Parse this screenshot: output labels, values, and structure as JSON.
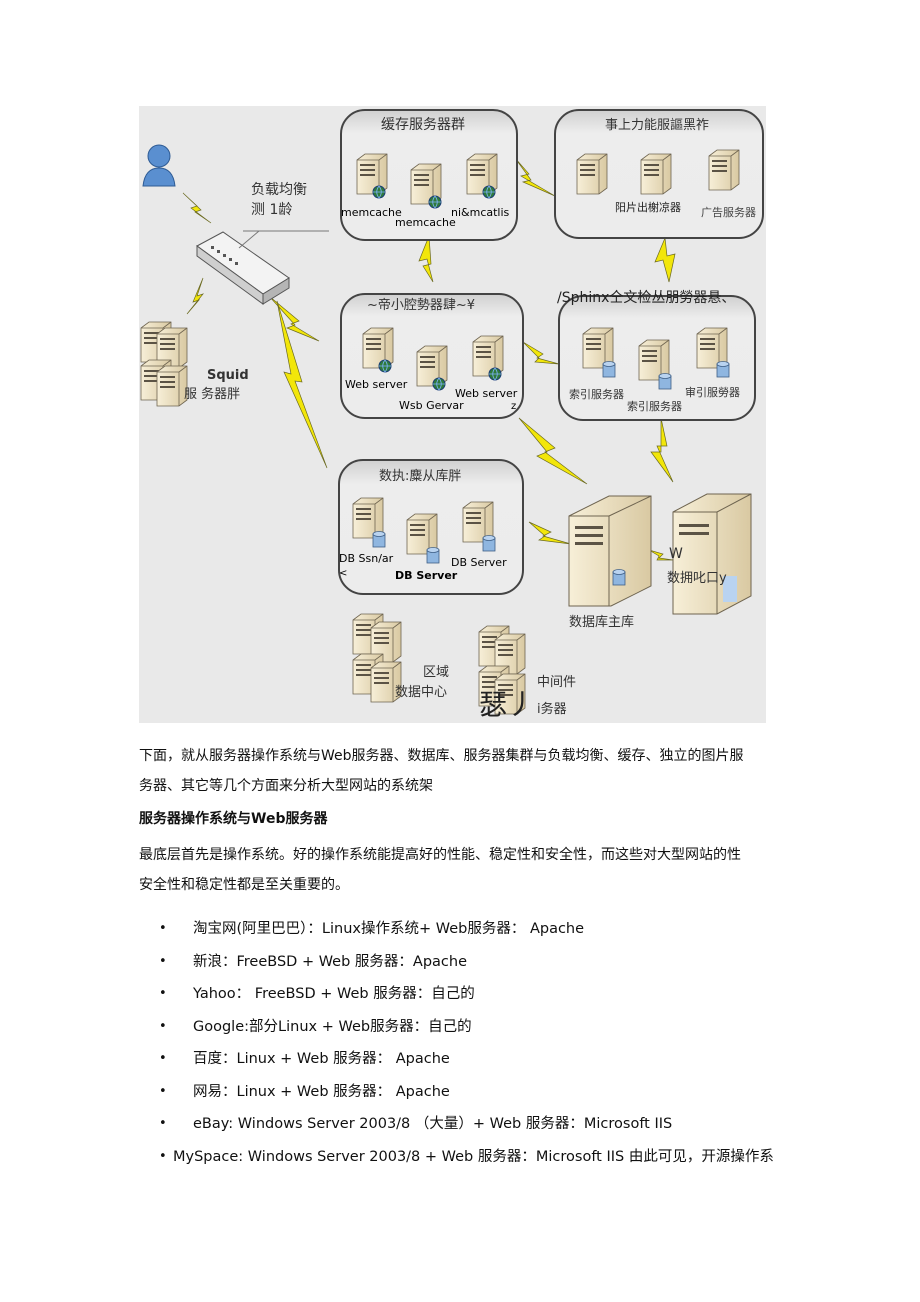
{
  "diagram": {
    "load_balancer_label": [
      "负载均衡",
      "测 1龄"
    ],
    "squid_label": [
      "Squid",
      "服 务器胖"
    ],
    "cache_group": {
      "title": "缓存服务器群",
      "servers": [
        "memcache",
        "memcache",
        "ni&mcatlis"
      ]
    },
    "image_group": {
      "title": "事上力能服謳黑祚",
      "servers": [
        "阳片出榭凉器",
        "广告服务器"
      ]
    },
    "web_group": {
      "title": "~帝小腔勢器肆~¥",
      "servers": [
        "Web server",
        "Wsb Gervar",
        "Web server"
      ],
      "extra": "z"
    },
    "sphinx_group": {
      "title": "/Sphinx仝文检丛朋勞器悬、",
      "servers": [
        "索引服务器",
        "索引服务器",
        "审引服勞器"
      ]
    },
    "db_group": {
      "title": "数执:麋从库胖",
      "servers": [
        "DB Ssn/ar",
        "DB Server",
        "DB Server"
      ],
      "extra": "<"
    },
    "db_master_label": "数据库主库",
    "db_slave_label": [
      "数拥叱口y",
      "W"
    ],
    "region_label": [
      "区域",
      "数据中心"
    ],
    "middleware_label": [
      "中间件",
      "i务器"
    ],
    "middleware_glyph": "瑟丿"
  },
  "paragraph1": [
    "下面，就从服务器操作系统与Web服务器、数据库、服务器集群与负载均衡、缓存、独立的图片服",
    "务器、其它等几个方面来分析大型网站的系统架"
  ],
  "heading": "服务器操作系统与Web服务器",
  "paragraph2": [
    "最底层首先是操作系统。好的操作系统能提高好的性能、稳定性和安全性，而这些对大型网站的性",
    "安全性和稳定性都是至关重要的。"
  ],
  "bullets": [
    "淘宝网(阿里巴巴）：Linux操作系统+ Web服务器： Apache",
    "新浪：FreeBSD + Web 服务器：Apache",
    "Yahoo：  FreeBSD + Web 服务器：自己的",
    "Google:部分Linux + Web服务器：自己的",
    "百度：Linux + Web 服务器： Apache",
    "网易：Linux + Web 服务器： Apache",
    "eBay: Windows Server 2003/8 （大量）+ Web 服务器：Microsoft IIS",
    "MySpace: Windows Server 2003/8 + Web 服务器：Microsoft IIS 由此可见，开源操作系"
  ],
  "bullet_symbol": "•",
  "colors": {
    "bolt": "#f2e60a",
    "group_border": "#444444",
    "server": "#efe2c2",
    "disk": "#8fb6e0",
    "user": "#5a8fd0"
  }
}
